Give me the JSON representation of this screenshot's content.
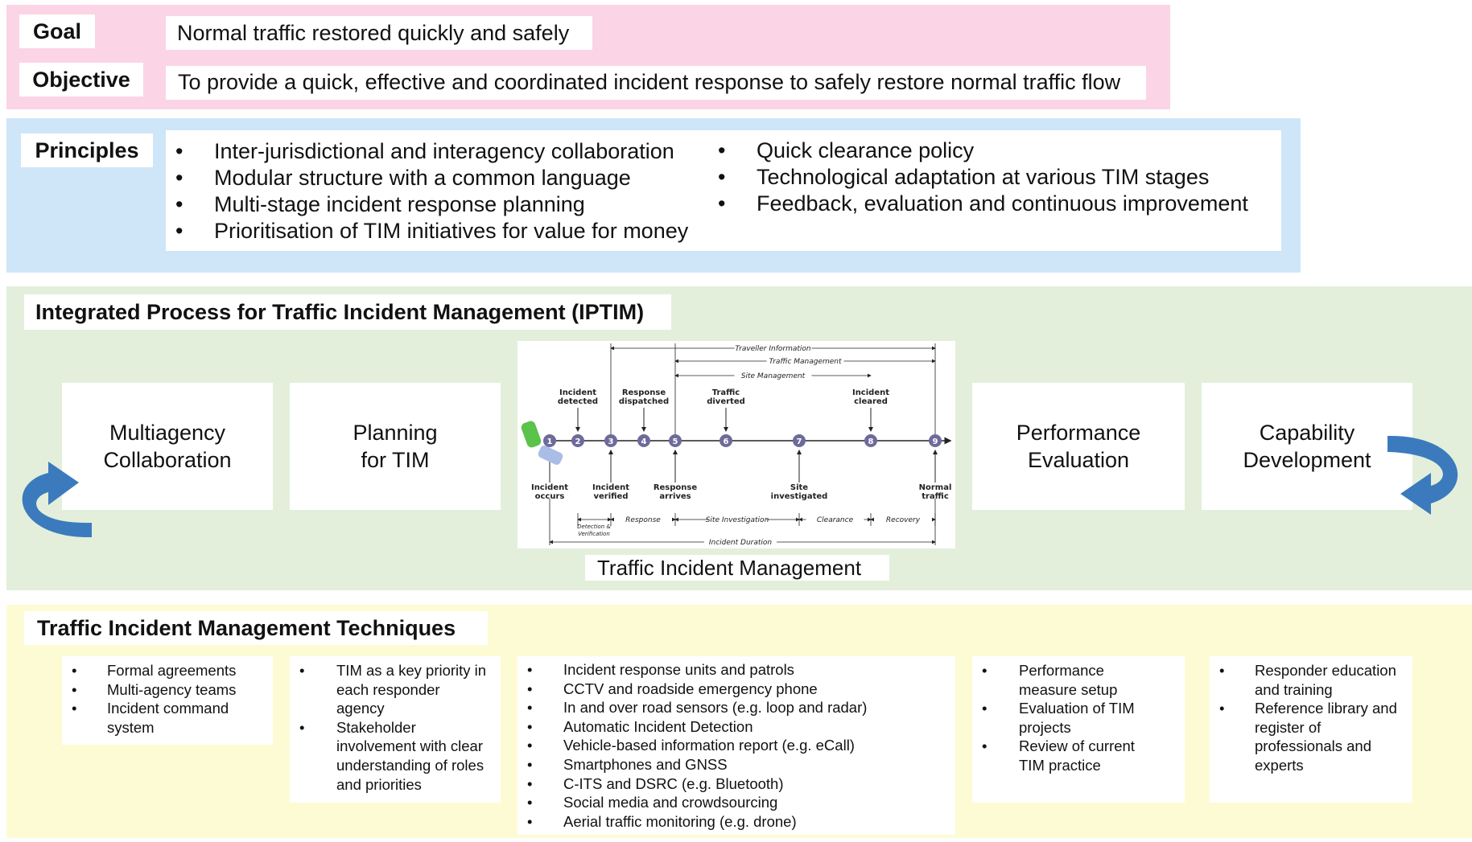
{
  "goal": {
    "label": "Goal",
    "text": "Normal traffic restored quickly and safely"
  },
  "objective": {
    "label": "Objective",
    "text": "To provide a quick, effective and coordinated incident response to safely restore normal traffic flow"
  },
  "principles": {
    "label": "Principles",
    "left": [
      "Inter-jurisdictional and interagency collaboration",
      "Modular structure with a common language",
      "Multi-stage incident response planning",
      "Prioritisation of TIM initiatives for value for money"
    ],
    "right": [
      "Quick clearance policy",
      "Technological adaptation at various TIM stages",
      "Feedback, evaluation and continuous improvement"
    ]
  },
  "iptim": {
    "title": "Integrated Process for Traffic Incident Management (IPTIM)",
    "stage1": [
      "Multiagency",
      "Collaboration"
    ],
    "stage2": [
      "Planning",
      "for TIM"
    ],
    "stage4": [
      "Performance",
      "Evaluation"
    ],
    "stage5": [
      "Capability",
      "Development"
    ],
    "diagram_caption": "Traffic Incident Management",
    "timeline": {
      "nodes": [
        "1",
        "2",
        "3",
        "4",
        "5",
        "6",
        "7",
        "8",
        "9"
      ],
      "top_labels": [
        [
          "Incident",
          "detected"
        ],
        [
          "Response",
          "dispatched"
        ],
        [
          "Traffic",
          "diverted"
        ],
        [
          "Incident",
          "cleared"
        ]
      ],
      "bottom_labels": [
        [
          "Incident",
          "occurs"
        ],
        [
          "Incident",
          "verified"
        ],
        [
          "Response",
          "arrives"
        ],
        [
          "Site",
          "investigated"
        ],
        [
          "Normal",
          "traffic"
        ]
      ],
      "spans_top": [
        "Traveller Information",
        "Traffic Management",
        "Site Management"
      ],
      "spans_bottom": [
        "Response",
        "Site Investigation",
        "Clearance",
        "Recovery"
      ],
      "detection_label": [
        "Detection &",
        "Verification"
      ],
      "duration_label": "Incident Duration"
    }
  },
  "techniques": {
    "title": "Traffic Incident Management Techniques",
    "col1": [
      "Formal agreements",
      "Multi-agency teams",
      "Incident command system"
    ],
    "col2": [
      "TIM as a key priority in each responder agency",
      "Stakeholder involvement with clear understanding of roles and priorities"
    ],
    "col3": [
      "Incident response units and patrols",
      "CCTV and roadside emergency phone",
      "In and over road sensors (e.g. loop and radar)",
      "Automatic Incident Detection",
      "Vehicle-based information report (e.g. eCall)",
      "Smartphones and GNSS",
      "C-ITS and DSRC (e.g. Bluetooth)",
      "Social media and crowdsourcing",
      "Aerial traffic monitoring (e.g. drone)"
    ],
    "col4": [
      "Performance measure setup",
      "Evaluation of TIM projects",
      "Review of current TIM practice"
    ],
    "col5": [
      "Responder education and training",
      "Reference library and register of professionals and experts"
    ]
  },
  "colors": {
    "goal_band": "#fbd4e5",
    "principles_band": "#cfe6f8",
    "iptim_band": "#e3efdb",
    "techniques_band": "#fdfbd3",
    "cycle_arrow": "#3b7bbd",
    "node_fill": "#6e6a9a"
  },
  "icons": [
    "cycle-arrow-left-icon",
    "cycle-arrow-right-icon",
    "car-green-icon",
    "car-blue-icon"
  ]
}
